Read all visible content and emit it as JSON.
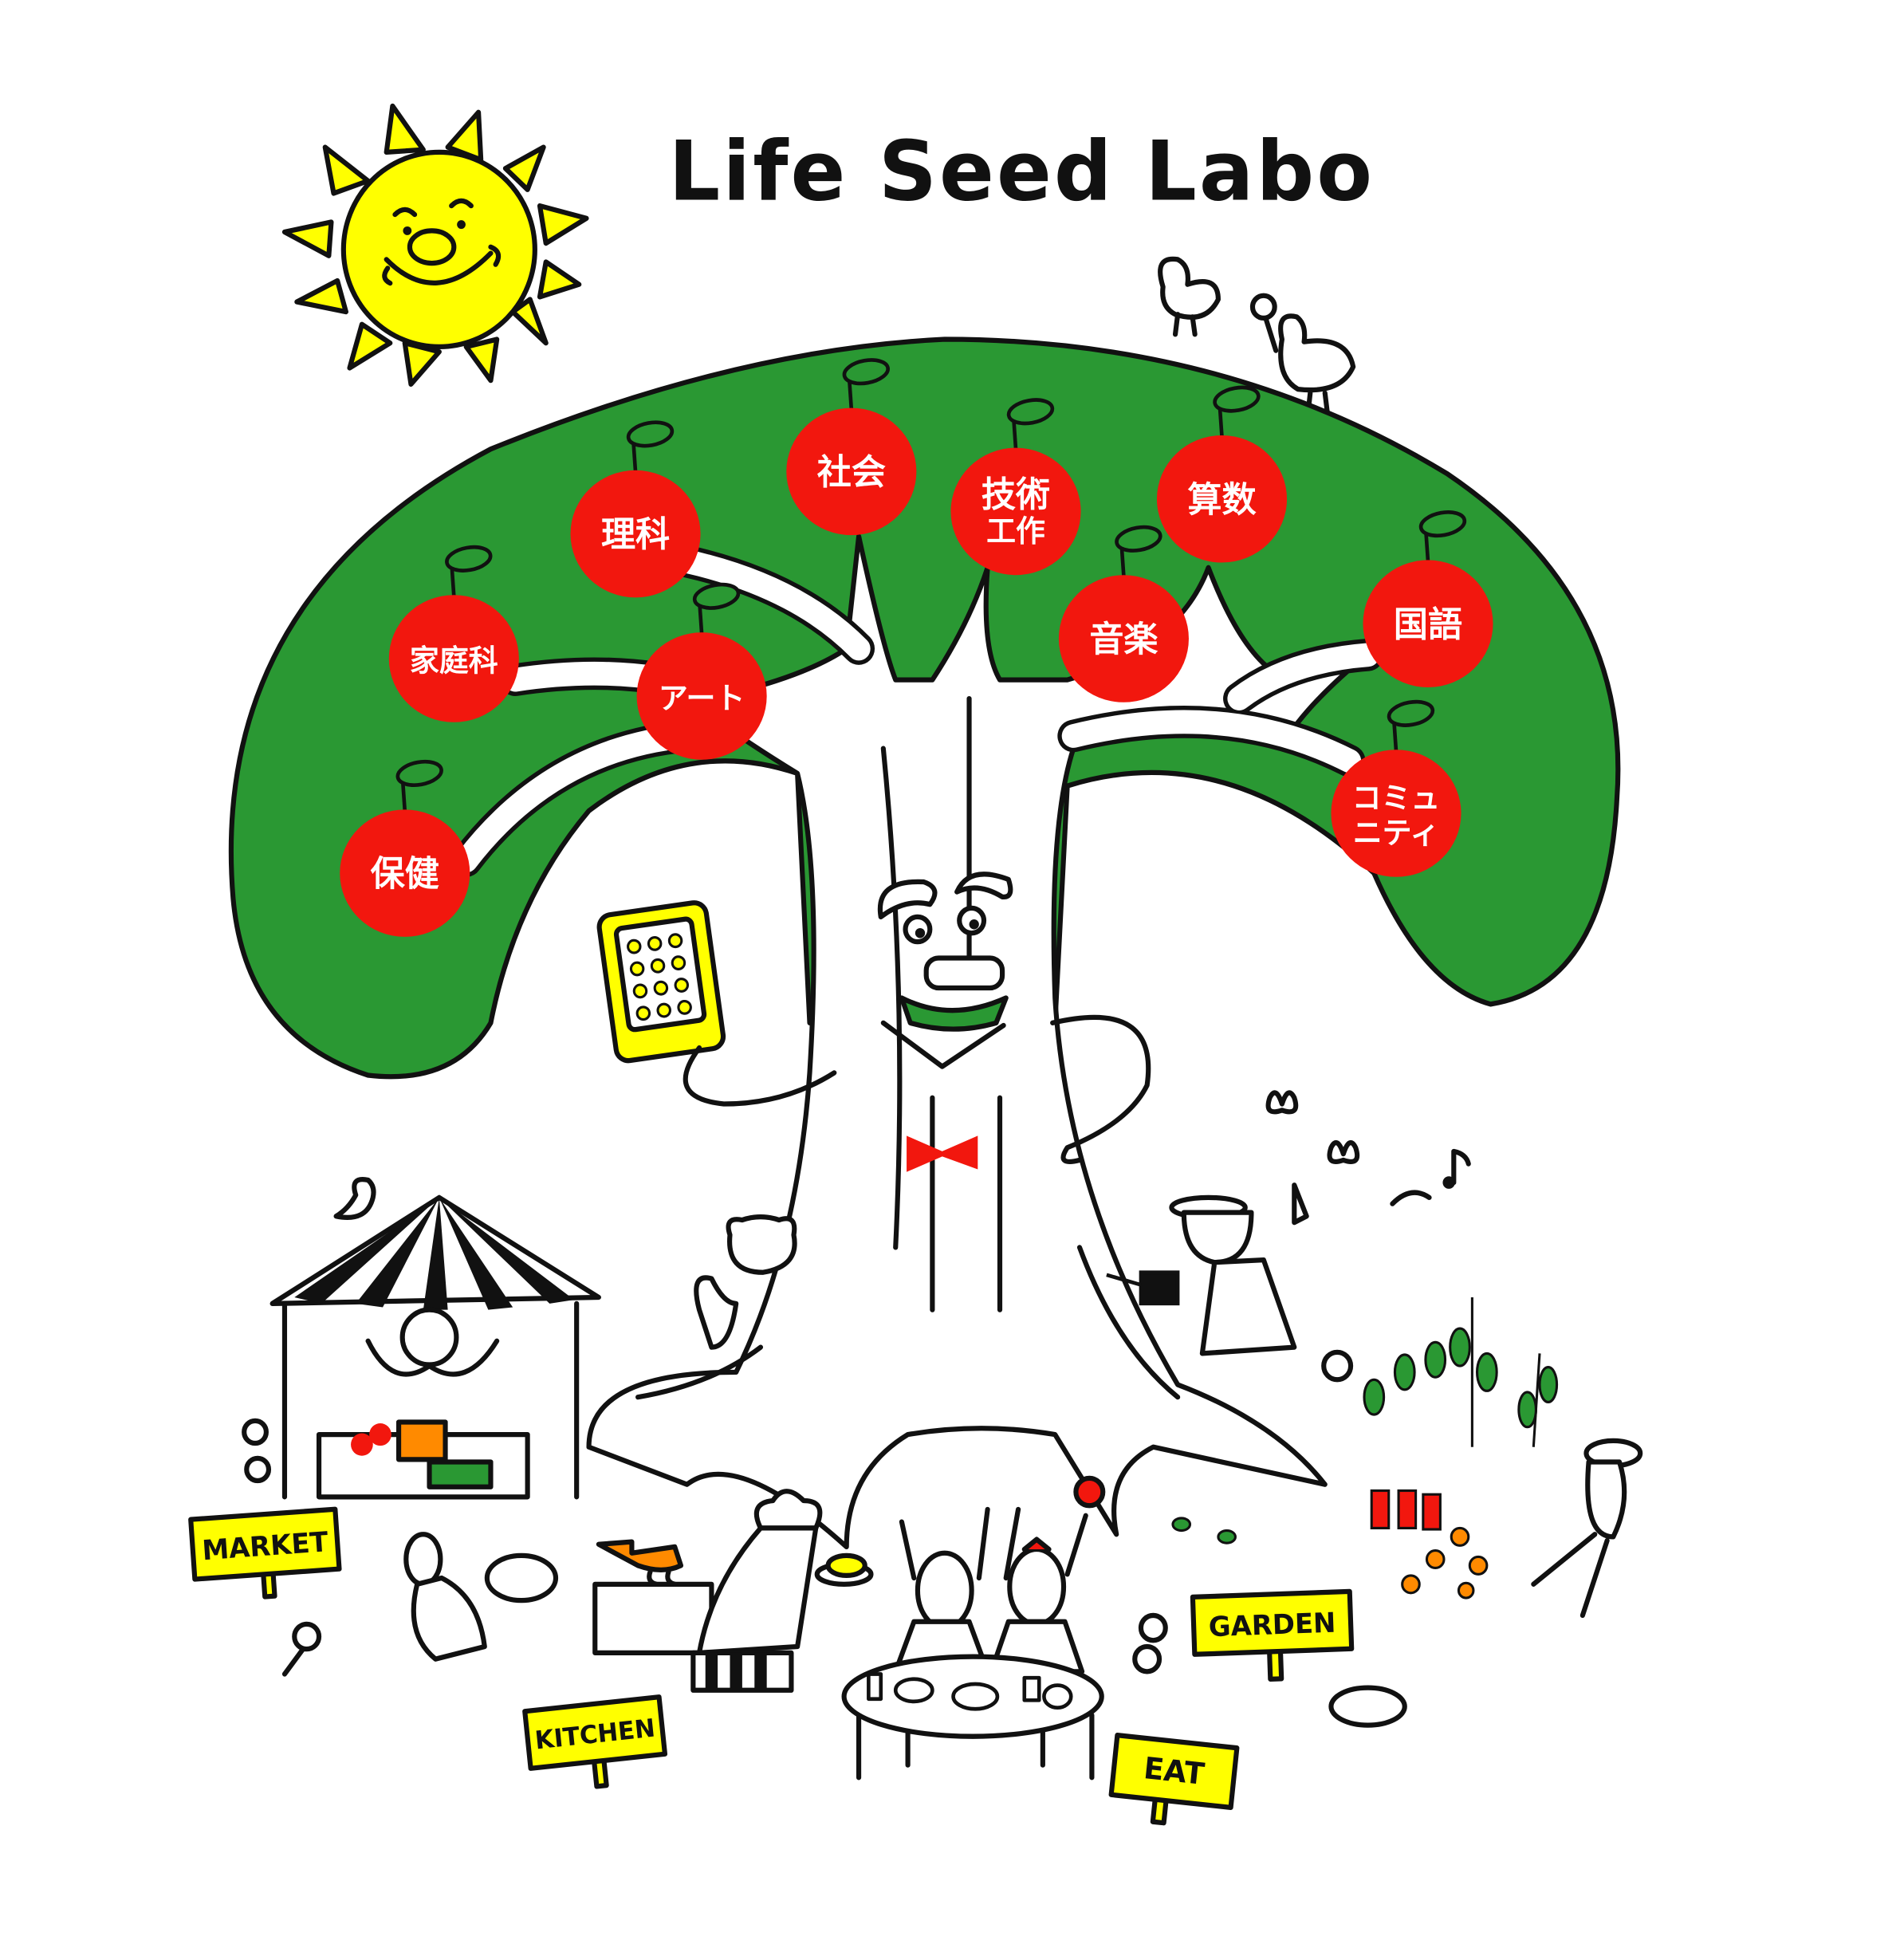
{
  "title": "Life Seed Labo",
  "colors": {
    "apple": "#F2170E",
    "canopy": "#2A9833",
    "sun": "#FFFF00",
    "sign": "#FFFF00",
    "ink": "#111111",
    "pot": "#FF8A00"
  },
  "apples": [
    {
      "line1": "理科",
      "line2": ""
    },
    {
      "line1": "社会",
      "line2": ""
    },
    {
      "line1": "技術",
      "line2": "工作"
    },
    {
      "line1": "算数",
      "line2": ""
    },
    {
      "line1": "家庭科",
      "line2": ""
    },
    {
      "line1": "アート",
      "line2": ""
    },
    {
      "line1": "音楽",
      "line2": ""
    },
    {
      "line1": "国語",
      "line2": ""
    },
    {
      "line1": "保健",
      "line2": ""
    },
    {
      "line1": "コミュ",
      "line2": "ニティ"
    }
  ],
  "signs": {
    "market": "MARKET",
    "kitchen": "KITCHEN",
    "garden": "GARDEN",
    "eat": "EAT"
  },
  "icons": [
    "sun-icon",
    "bird-icon",
    "tablet-icon",
    "bow-tie-icon",
    "music-note-icon",
    "butterfly-icon",
    "watering-can-icon",
    "market-tent-icon",
    "pot-icon",
    "flower-icon"
  ]
}
